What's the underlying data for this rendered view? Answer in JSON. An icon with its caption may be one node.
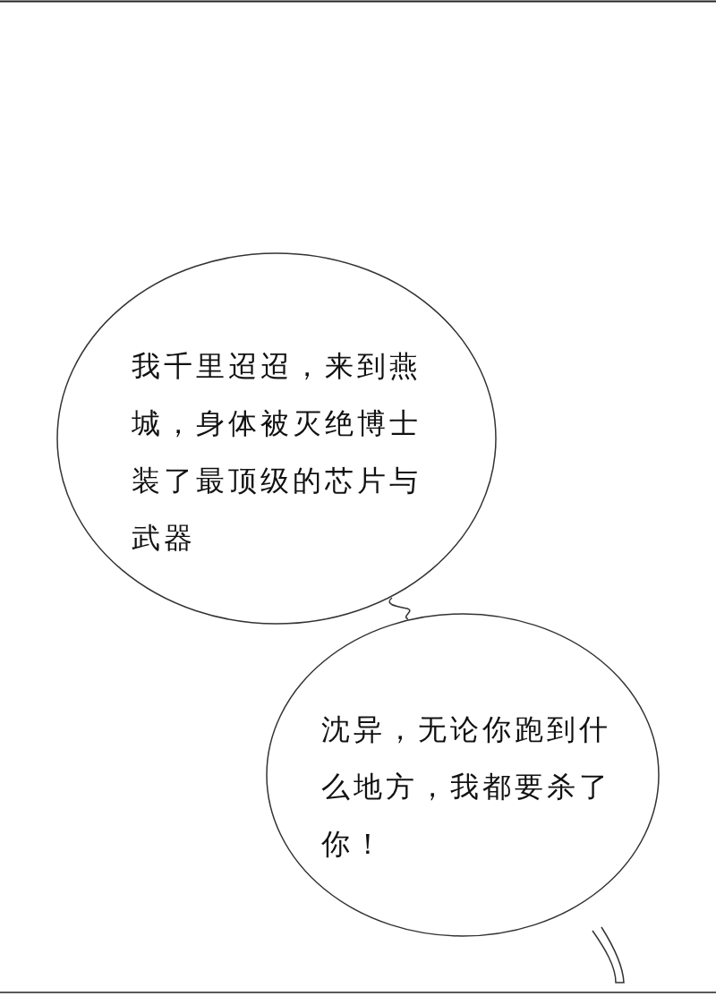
{
  "diagram": {
    "nodes": [
      {
        "text": [
          "我千里迢迢，来到燕城，身体被灭绝博士装了最顶级的芯片与武器"
        ]
      },
      {
        "text": [
          "沈异，无论你跑到什么地方，我都要杀了你！"
        ]
      }
    ],
    "edges": [
      {
        "from": 0,
        "to": 1,
        "arrow": "none"
      }
    ]
  }
}
